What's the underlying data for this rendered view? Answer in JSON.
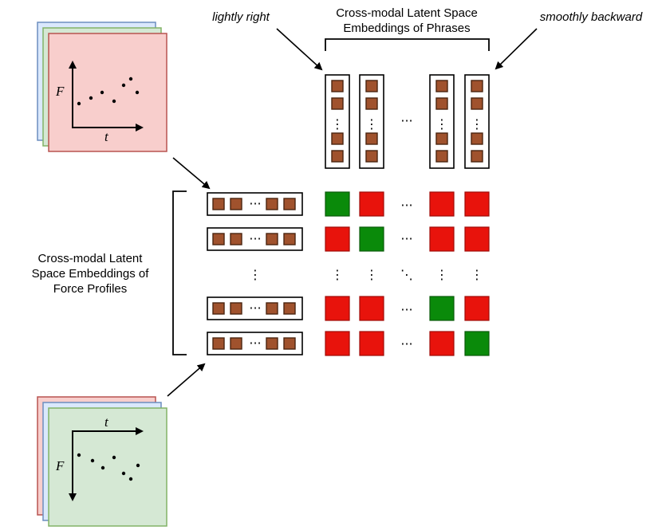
{
  "phrase_labels": {
    "left": "lightly right",
    "right": "smoothly backward"
  },
  "phrase_embeddings_title": {
    "line1": "Cross-modal Latent Space",
    "line2": "Embeddings of Phrases"
  },
  "force_embeddings_title": {
    "line1": "Cross-modal Latent",
    "line2": "Space Embeddings of",
    "line3": "Force Profiles"
  },
  "plot_top": {
    "ylabel": "F",
    "xlabel": "t"
  },
  "plot_bottom": {
    "ylabel": "F",
    "xlabel": "t"
  },
  "ellipsis": {
    "h": "···",
    "v": "⋮",
    "d": "⋱"
  },
  "matrix": {
    "rows": [
      [
        "match",
        "mismatch",
        "mismatch",
        "mismatch"
      ],
      [
        "mismatch",
        "match",
        "mismatch",
        "mismatch"
      ],
      [
        "mismatch",
        "mismatch",
        "match",
        "mismatch"
      ],
      [
        "mismatch",
        "mismatch",
        "mismatch",
        "match"
      ]
    ]
  },
  "colors": {
    "match_fill": "#0a8a0a",
    "match_stroke": "#0a5a0a",
    "mismatch_fill": "#e8130c",
    "mismatch_stroke": "#a00c08",
    "token_fill": "#a0522d",
    "token_stroke": "#4a2410",
    "card_red_fill": "#f8cecc",
    "card_red_stroke": "#b85450",
    "card_green_fill": "#d5e8d4",
    "card_green_stroke": "#82b366",
    "card_blue_fill": "#dae8fc",
    "card_blue_stroke": "#6c8ebf"
  }
}
